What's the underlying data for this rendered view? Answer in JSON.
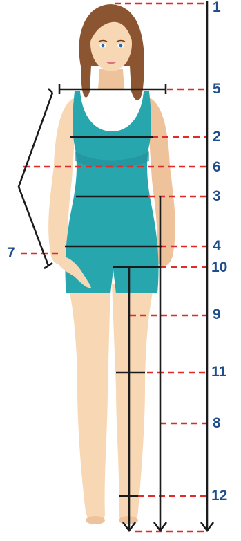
{
  "colors": {
    "skin": "#f8d7b4",
    "skin_shade": "#eec39c",
    "hair": "#8a5530",
    "outfit": "#28a6ae",
    "outfit_shade": "#1f8f96",
    "dash": "#e02b2b",
    "line": "#1b1b1b",
    "label": "#1f4e8c"
  },
  "icons": {
    "figure": "woman-figure-icon",
    "arrow": "arrow-down-icon"
  },
  "measurements": [
    {
      "id": "1",
      "label": "1"
    },
    {
      "id": "5",
      "label": "5"
    },
    {
      "id": "2",
      "label": "2"
    },
    {
      "id": "6",
      "label": "6"
    },
    {
      "id": "3",
      "label": "3"
    },
    {
      "id": "4",
      "label": "4"
    },
    {
      "id": "7",
      "label": "7"
    },
    {
      "id": "10",
      "label": "10"
    },
    {
      "id": "9",
      "label": "9"
    },
    {
      "id": "11",
      "label": "11"
    },
    {
      "id": "8",
      "label": "8"
    },
    {
      "id": "12",
      "label": "12"
    }
  ]
}
